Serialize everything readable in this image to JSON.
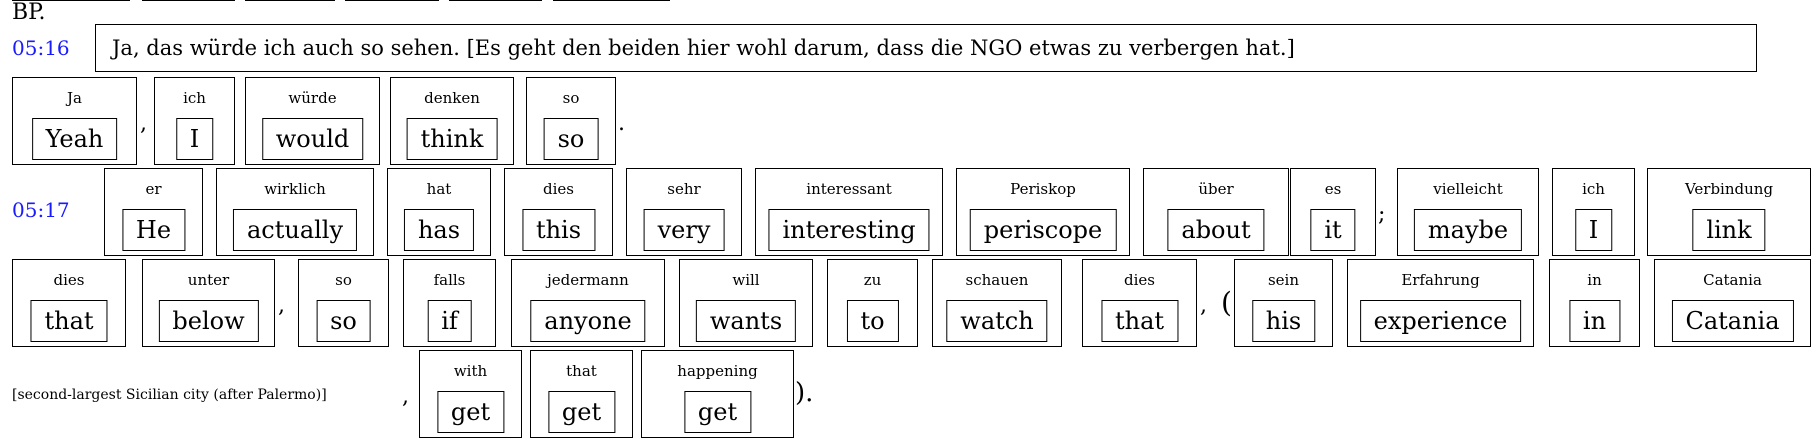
{
  "header_label": "BP.",
  "segments": [
    {
      "timestamp": "05:16",
      "sentence": "Ja, das würde ich auch so sehen. [Es geht den beiden hier wohl darum, dass die NGO etwas zu verbergen hat.]"
    },
    {
      "timestamp": "05:17"
    }
  ],
  "rows": [
    {
      "tokens": [
        {
          "src": "Ja",
          "tgt": "Yeah"
        },
        {
          "src": "ich",
          "tgt": "I"
        },
        {
          "src": "würde",
          "tgt": "would"
        },
        {
          "src": "denken",
          "tgt": "think"
        },
        {
          "src": "so",
          "tgt": "so"
        }
      ],
      "punctuation": [
        ",",
        "."
      ]
    },
    {
      "tokens": [
        {
          "src": "er",
          "tgt": "He"
        },
        {
          "src": "wirklich",
          "tgt": "actually"
        },
        {
          "src": "hat",
          "tgt": "has"
        },
        {
          "src": "dies",
          "tgt": "this"
        },
        {
          "src": "sehr",
          "tgt": "very"
        },
        {
          "src": "interessant",
          "tgt": "interesting"
        },
        {
          "src": "Periskop",
          "tgt": "periscope"
        },
        {
          "src": "über",
          "tgt": "about"
        },
        {
          "src": "es",
          "tgt": "it"
        },
        {
          "src": "vielleicht",
          "tgt": "maybe"
        },
        {
          "src": "ich",
          "tgt": "I"
        },
        {
          "src": "Verbindung",
          "tgt": "link"
        }
      ],
      "punctuation": [
        ";"
      ]
    },
    {
      "tokens": [
        {
          "src": "dies",
          "tgt": "that"
        },
        {
          "src": "unter",
          "tgt": "below"
        },
        {
          "src": "so",
          "tgt": "so"
        },
        {
          "src": "falls",
          "tgt": "if"
        },
        {
          "src": "jedermann",
          "tgt": "anyone"
        },
        {
          "src": "will",
          "tgt": "wants"
        },
        {
          "src": "zu",
          "tgt": "to"
        },
        {
          "src": "schauen",
          "tgt": "watch"
        },
        {
          "src": "dies",
          "tgt": "that"
        },
        {
          "src": "sein",
          "tgt": "his"
        },
        {
          "src": "Erfahrung",
          "tgt": "experience"
        },
        {
          "src": "in",
          "tgt": "in"
        },
        {
          "src": "Catania",
          "tgt": "Catania"
        }
      ],
      "punctuation": [
        ",",
        ",",
        "("
      ]
    },
    {
      "note": "[second-largest Sicilian city (after Palermo)]",
      "tokens": [
        {
          "src": "with",
          "tgt": "get"
        },
        {
          "src": "that",
          "tgt": "get"
        },
        {
          "src": "happening",
          "tgt": "get"
        }
      ],
      "punctuation": [
        ",",
        ")."
      ]
    }
  ]
}
